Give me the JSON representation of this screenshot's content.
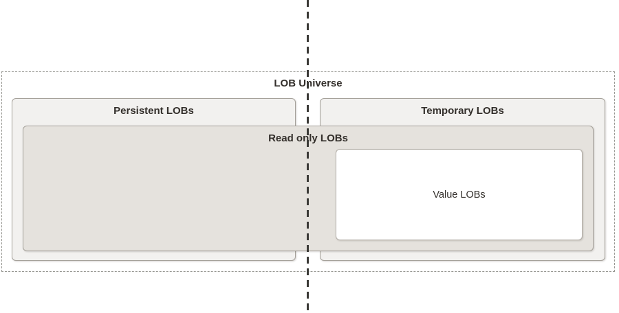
{
  "diagram": {
    "title": "LOB Universe",
    "boxes": {
      "persistent": {
        "label": "Persistent LOBs"
      },
      "temporary": {
        "label": "Temporary LOBs"
      },
      "readonly": {
        "label": "Read only LOBs"
      },
      "value": {
        "label": "Value LOBs"
      }
    },
    "colors": {
      "background": "#ffffff",
      "outer_dashed_border": "#979792",
      "center_divider_line": "#3b3a37",
      "light_box_fill": "#f2f1ef",
      "dark_box_fill": "#e5e2dd",
      "box_border": "#a5a19a",
      "value_box_fill": "#ffffff",
      "text": "#332f2b"
    }
  }
}
